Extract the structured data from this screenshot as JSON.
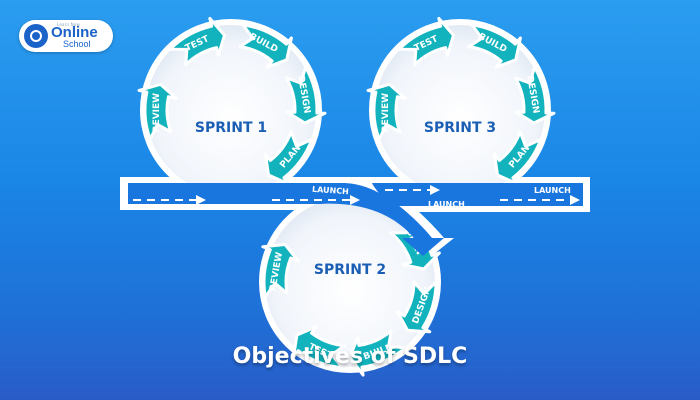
{
  "logo": {
    "tagline": "Learn Now",
    "word1": "Online",
    "word2": "School"
  },
  "caption": "Objectives of SDLC",
  "colors": {
    "background": "#1a86e6",
    "arrow": "#12b3bd",
    "band": "#1a76df",
    "sprint_text": "#1b5fb5"
  },
  "sprints": [
    {
      "label": "SPRINT 1",
      "stages": [
        "TEST",
        "BUILD",
        "DESIGN",
        "PLAN",
        "REVIEW"
      ]
    },
    {
      "label": "SPRINT 2",
      "stages": [
        "PLAN",
        "DESIGN",
        "BUILD",
        "TEST",
        "REVIEW"
      ]
    },
    {
      "label": "SPRINT 3",
      "stages": [
        "TEST",
        "BUILD",
        "DESIGN",
        "PLAN",
        "REVIEW"
      ]
    }
  ],
  "launch_labels": [
    "LAUNCH",
    "LAUNCH",
    "LAUNCH"
  ]
}
